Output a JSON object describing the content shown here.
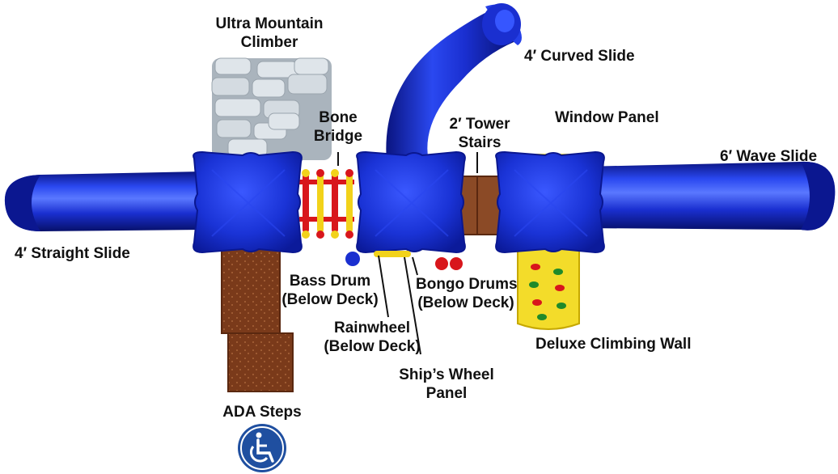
{
  "colors": {
    "slide_blue": "#1a2fd0",
    "slide_blue_dark": "#0b1790",
    "deck_blue": "#1a33d6",
    "rock_gray": "#c9d1d8",
    "brown": "#7a3a1a",
    "bridge_red": "#d8161c",
    "bridge_yellow": "#f2d21a",
    "wall_yellow": "#f3dc2a",
    "ada_badge": "#1f4fa0"
  },
  "icons": {
    "ada_badge": "wheelchair-icon"
  },
  "labels": {
    "ultra_mountain_climber": [
      "Ultra Mountain",
      "Climber"
    ],
    "curved_slide": "4′ Curved Slide",
    "bone_bridge": [
      "Bone",
      "Bridge"
    ],
    "tower_stairs": [
      "2′ Tower",
      "Stairs"
    ],
    "window_panel": "Window Panel",
    "wave_slide": "6′ Wave Slide",
    "straight_slide": "4′ Straight Slide",
    "bass_drum": [
      "Bass Drum",
      "(Below Deck)"
    ],
    "bongo_drums": [
      "Bongo Drums",
      "(Below Deck)"
    ],
    "rainwheel": [
      "Rainwheel",
      "(Below Deck)"
    ],
    "ships_wheel_panel": [
      "Ship’s Wheel",
      "Panel"
    ],
    "deluxe_climbing_wall": "Deluxe Climbing Wall",
    "ada_steps": "ADA Steps"
  }
}
